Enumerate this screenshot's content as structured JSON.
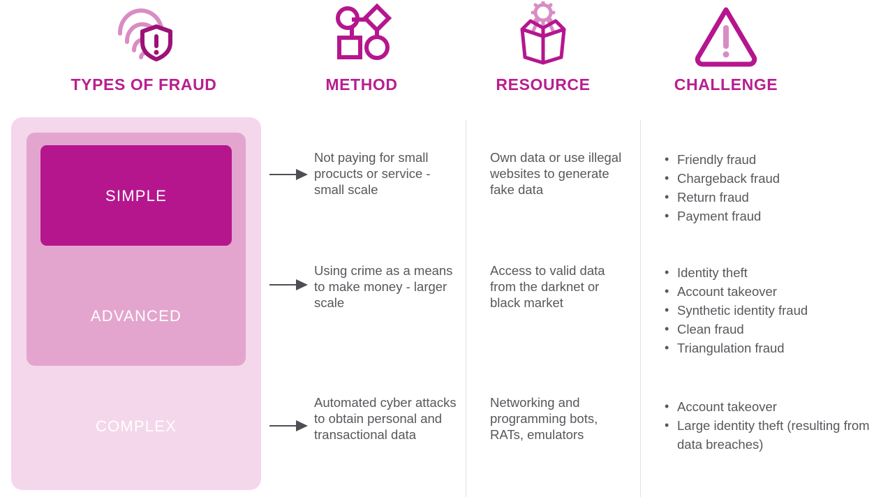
{
  "headers": [
    {
      "id": "types-of-fraud",
      "label": "TYPES OF FRAUD",
      "icon": "fingerprint-shield-alert-icon"
    },
    {
      "id": "method",
      "label": "METHOD",
      "icon": "node-network-shapes-icon"
    },
    {
      "id": "resource",
      "label": "RESOURCE",
      "icon": "open-box-gear-icon"
    },
    {
      "id": "challenge",
      "label": "CHALLENGE",
      "icon": "warning-triangle-icon"
    }
  ],
  "levels": {
    "simple": "SIMPLE",
    "advanced": "ADVANCED",
    "complex": "COMPLEX"
  },
  "method": {
    "simple": "Not paying for small procucts or service - small scale",
    "advanced": "Using crime as a means to make money - larger scale",
    "complex": "Automated cyber attacks to obtain personal and transactional data"
  },
  "resource": {
    "simple": "Own data or use illegal websites to generate fake data",
    "advanced": "Access to valid data from the darknet or black market",
    "complex": "Networking and programming bots, RATs, emulators"
  },
  "challenge": {
    "simple": [
      "Friendly fraud",
      "Chargeback fraud",
      "Return fraud",
      "Payment fraud"
    ],
    "advanced": [
      "Identity theft",
      "Account takeover",
      "Synthetic identity fraud",
      "Clean fraud",
      "Triangulation fraud"
    ],
    "complex": [
      "Account takeover",
      "Large identity theft (resulting from data breaches)"
    ]
  },
  "colors": {
    "magenta": "#b5168e",
    "header_text": "#b81f8f",
    "mid_pink": "#e3a5cd",
    "light_pink": "#f4d7ea",
    "body_text": "#56585c",
    "arrow": "#4d4f54",
    "divider": "#e2e2e4"
  }
}
